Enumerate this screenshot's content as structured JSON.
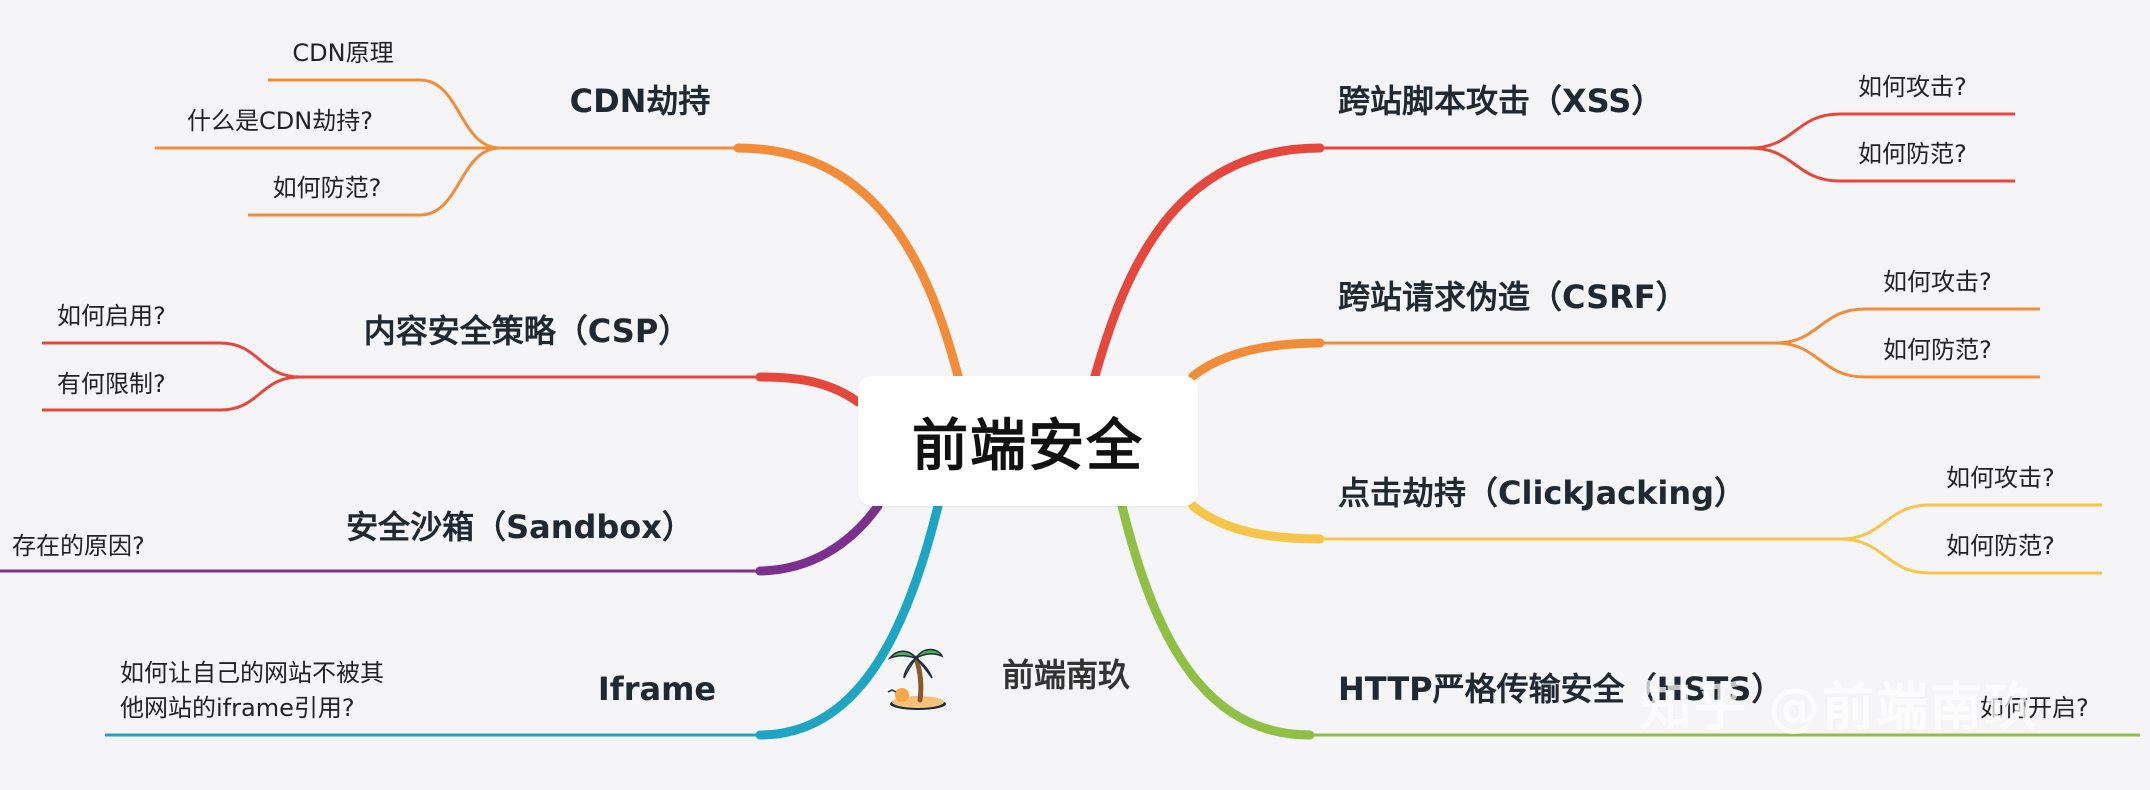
{
  "center": {
    "label": "前端安全"
  },
  "author": {
    "label": "前端南玖"
  },
  "watermark": {
    "text": "知乎 @前端南玖"
  },
  "colors": {
    "background": "#f5f5f7",
    "cdn": "#f28c38",
    "csp": "#e5473d",
    "sandbox": "#7b2f8f",
    "iframe": "#1ea5c3",
    "xss": "#e5473d",
    "csrf": "#f28c38",
    "clickjacking": "#f7c54a",
    "hsts": "#8fbf45"
  },
  "branches": {
    "cdn": {
      "label": "CDN劫持",
      "children": [
        "CDN原理",
        "什么是CDN劫持?",
        "如何防范?"
      ]
    },
    "csp": {
      "label": "内容安全策略（CSP）",
      "children": [
        "如何启用?",
        "有何限制?"
      ]
    },
    "sandbox": {
      "label": "安全沙箱（Sandbox）",
      "children": [
        "存在的原因?"
      ]
    },
    "iframe": {
      "label": "Iframe",
      "children": [
        "如何让自己的网站不被其",
        "他网站的iframe引用?"
      ]
    },
    "xss": {
      "label": "跨站脚本攻击（XSS）",
      "children": [
        "如何攻击?",
        "如何防范?"
      ]
    },
    "csrf": {
      "label": "跨站请求伪造（CSRF）",
      "children": [
        "如何攻击?",
        "如何防范?"
      ]
    },
    "clickjacking": {
      "label": "点击劫持（ClickJacking）",
      "children": [
        "如何攻击?",
        "如何防范?"
      ]
    },
    "hsts": {
      "label": "HTTP严格传输安全（HSTS）",
      "children": [
        "如何开启?"
      ]
    }
  }
}
